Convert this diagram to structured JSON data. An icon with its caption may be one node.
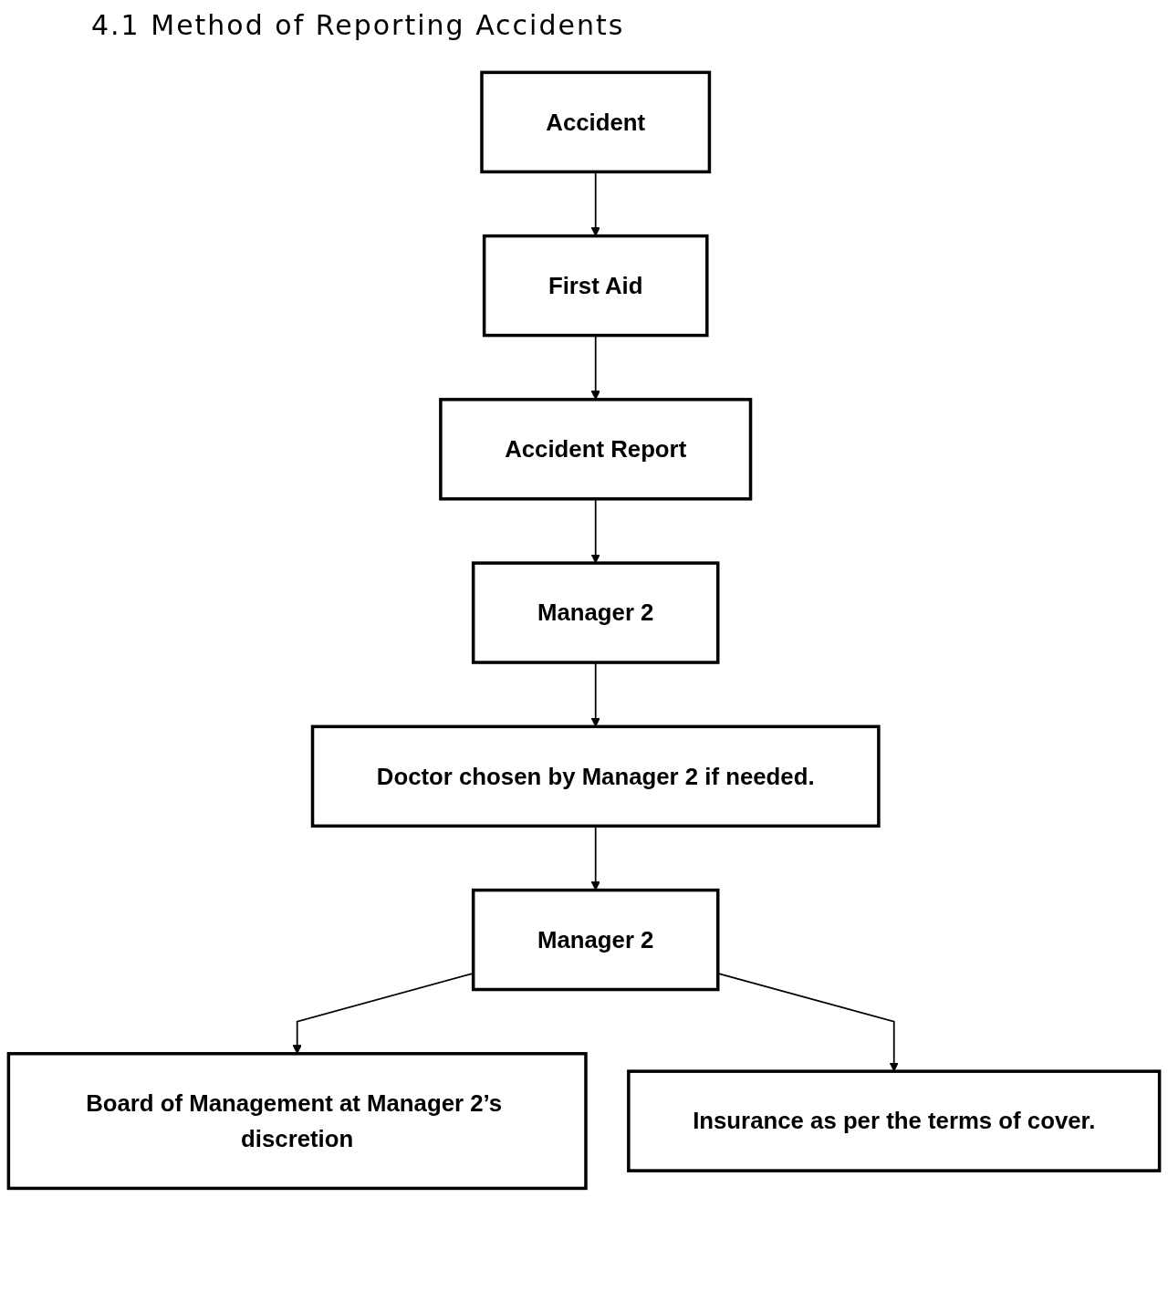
{
  "diagram": {
    "title": "4.1 Method of Reporting Accidents",
    "nodes": [
      {
        "text": [
          "Accident"
        ]
      },
      {
        "text": [
          "First Aid"
        ]
      },
      {
        "text": [
          "Accident Report"
        ]
      },
      {
        "text": [
          "Manager 2"
        ]
      },
      {
        "text": [
          "Doctor chosen by Manager 2 if needed."
        ]
      },
      {
        "text": [
          "Manager 2"
        ]
      },
      {
        "text": [
          "Board of Management at Manager 2’s discretion"
        ]
      },
      {
        "text": [
          "Insurance as per the terms of cover."
        ]
      }
    ],
    "edges": [
      {
        "from": 0,
        "to": 1,
        "arrow": "to"
      },
      {
        "from": 1,
        "to": 2,
        "arrow": "to"
      },
      {
        "from": 2,
        "to": 3,
        "arrow": "to"
      },
      {
        "from": 3,
        "to": 4,
        "arrow": "to"
      },
      {
        "from": 4,
        "to": 5,
        "arrow": "to"
      },
      {
        "from": 5,
        "to": 6,
        "arrow": "to"
      },
      {
        "from": 5,
        "to": 7,
        "arrow": "to"
      }
    ]
  }
}
